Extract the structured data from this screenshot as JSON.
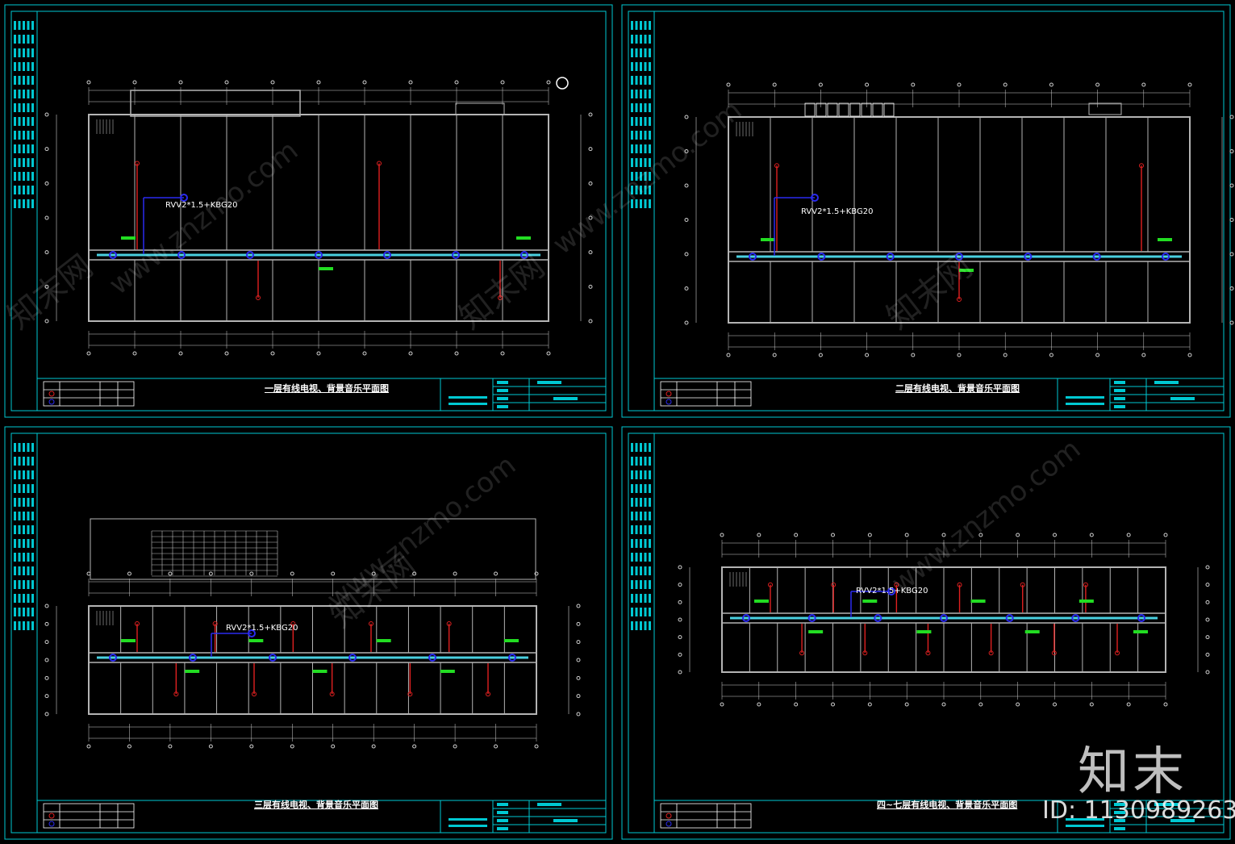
{
  "sheets": [
    {
      "title": "一层有线电视、背景音乐平面图",
      "cable_label": "RVV2*1.5+KBG20"
    },
    {
      "title": "二层有线电视、背景音乐平面图",
      "cable_label": "RVV2*1.5+KBG20"
    },
    {
      "title": "三层有线电视、背景音乐平面图",
      "cable_label": "RVV2*1.5+KBG20"
    },
    {
      "title": "四~七层有线电视、背景音乐平面图",
      "cable_label": "RVV2*1.5+KBG20"
    }
  ],
  "watermark": {
    "text": "www.znzmo.com",
    "brand_cn": "知末网"
  },
  "brand": {
    "logo_text": "知末",
    "id_text": "ID: 1130989263"
  },
  "colors": {
    "background": "#000000",
    "frame": "#00c8d2",
    "walls": "#b4b4b4",
    "cable_tray": "#49d0e0",
    "speaker": "#2a2af0",
    "tv_outlet": "#e02020",
    "label_box": "#22dd22"
  }
}
